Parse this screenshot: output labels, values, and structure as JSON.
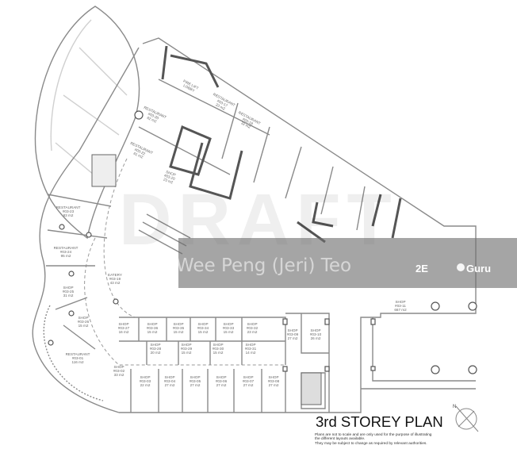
{
  "plan": {
    "title": "3rd STOREY PLAN",
    "notes": [
      "Plans are not to scale and are only used for the purpose of illustrating",
      "the different layouts available.",
      "They may be subject to change as required by relevant authorities."
    ],
    "compass_label": "N"
  },
  "watermark": {
    "draft_text": "DRAFT",
    "agent_name": "Wee Peng (Jeri) Teo",
    "logo_left": "2E",
    "logo_right": "Guru"
  },
  "rooms": [
    {
      "type": "FIRE LIFT",
      "unit": "LOBBY",
      "area": ""
    },
    {
      "type": "RESTAURANT",
      "unit": "#03-20",
      "area": "62 m2"
    },
    {
      "type": "RESTAURANT",
      "unit": "#03-22",
      "area": "61 m2"
    },
    {
      "type": "RESTAURANT",
      "unit": "#03-17",
      "area": "23 m2"
    },
    {
      "type": "RESTAURANT",
      "unit": "#03-18",
      "area": "32 m2"
    },
    {
      "type": "SHOP",
      "unit": "#03-20",
      "area": "23 m2"
    },
    {
      "type": "RESTAURANT",
      "unit": "#03-23",
      "area": "83 m2"
    },
    {
      "type": "RESTAURANT",
      "unit": "#03-24",
      "area": "95 m2"
    },
    {
      "type": "SHOP",
      "unit": "#03-25",
      "area": "31 m2"
    },
    {
      "type": "SHOP",
      "unit": "#03-26",
      "area": "15 m2"
    },
    {
      "type": "RESTAURANT",
      "unit": "#03-01",
      "area": "116 m2"
    },
    {
      "type": "SHOP",
      "unit": "#03-02",
      "area": "33 m2"
    },
    {
      "type": "EATERY",
      "unit": "#03-19",
      "area": "43 m2"
    },
    {
      "type": "SHOP",
      "unit": "#03-27",
      "area": "16 m2"
    },
    {
      "type": "SHOP",
      "unit": "#03-36",
      "area": "15 m2"
    },
    {
      "type": "SHOP",
      "unit": "#03-35",
      "area": "15 m2"
    },
    {
      "type": "SHOP",
      "unit": "#03-34",
      "area": "15 m2"
    },
    {
      "type": "SHOP",
      "unit": "#03-33",
      "area": "15 m2"
    },
    {
      "type": "SHOP",
      "unit": "#03-32",
      "area": "23 m2"
    },
    {
      "type": "SHOP",
      "unit": "#03-28",
      "area": "20 m2"
    },
    {
      "type": "SHOP",
      "unit": "#03-29",
      "area": "15 m2"
    },
    {
      "type": "SHOP",
      "unit": "#03-30",
      "area": "15 m2"
    },
    {
      "type": "SHOP",
      "unit": "#03-31",
      "area": "14 m2"
    },
    {
      "type": "SHOP",
      "unit": "#03-03",
      "area": "22 m2"
    },
    {
      "type": "SHOP",
      "unit": "#03-04",
      "area": "27 m2"
    },
    {
      "type": "SHOP",
      "unit": "#03-05",
      "area": "27 m2"
    },
    {
      "type": "SHOP",
      "unit": "#03-06",
      "area": "27 m2"
    },
    {
      "type": "SHOP",
      "unit": "#03-07",
      "area": "27 m2"
    },
    {
      "type": "SHOP",
      "unit": "#03-08",
      "area": "27 m2"
    },
    {
      "type": "SHOP",
      "unit": "#03-09",
      "area": "27 m2"
    },
    {
      "type": "SHOP",
      "unit": "#03-10",
      "area": "26 m2"
    },
    {
      "type": "SHOP",
      "unit": "#03-11",
      "area": "667 m2"
    }
  ]
}
